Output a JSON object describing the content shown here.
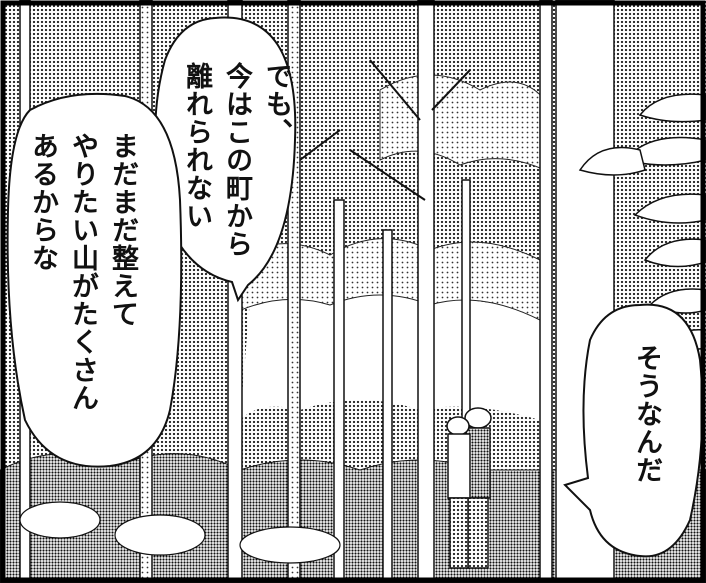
{
  "panel": {
    "bubbles": {
      "top": {
        "lines": [
          "でも、",
          "今はこの町から",
          "離れられない"
        ]
      },
      "left": {
        "lines": [
          "まだまだ整えて",
          "やりたい山がたくさん",
          "あるからな"
        ]
      },
      "right": {
        "lines": [
          "そうなんだ"
        ]
      }
    }
  },
  "colors": {
    "ink": "#111111",
    "tone": "#9a9a9a",
    "paper": "#ffffff"
  }
}
